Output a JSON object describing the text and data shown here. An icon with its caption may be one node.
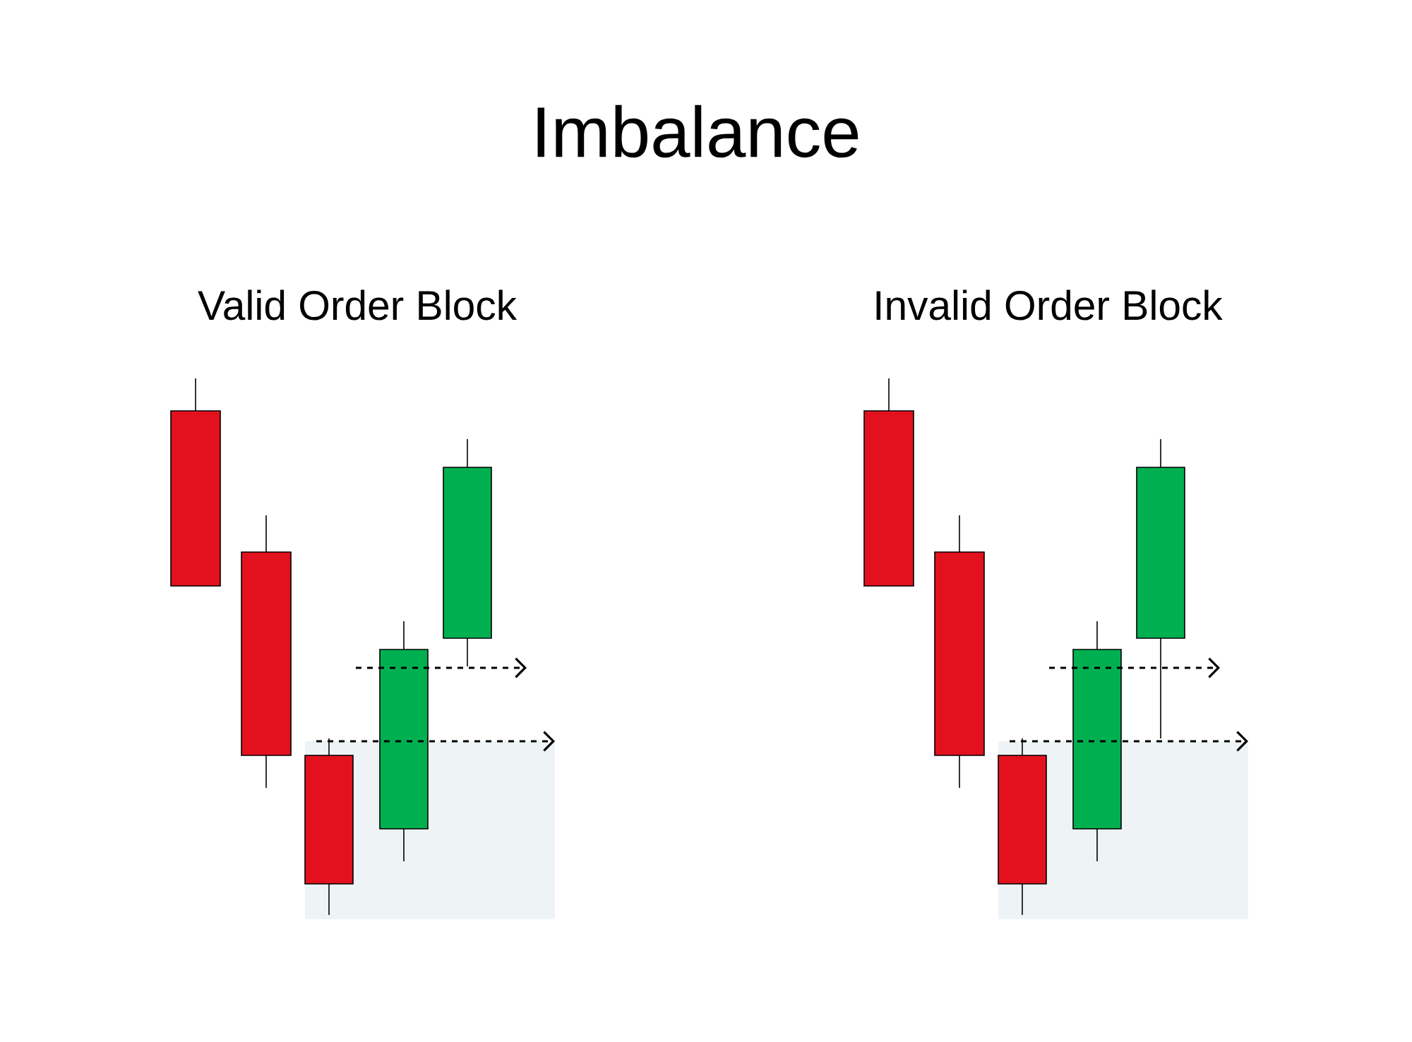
{
  "diagram": {
    "title": "Imbalance",
    "labels": [
      "Valid Order Block",
      "Invalid Order Block"
    ]
  }
}
